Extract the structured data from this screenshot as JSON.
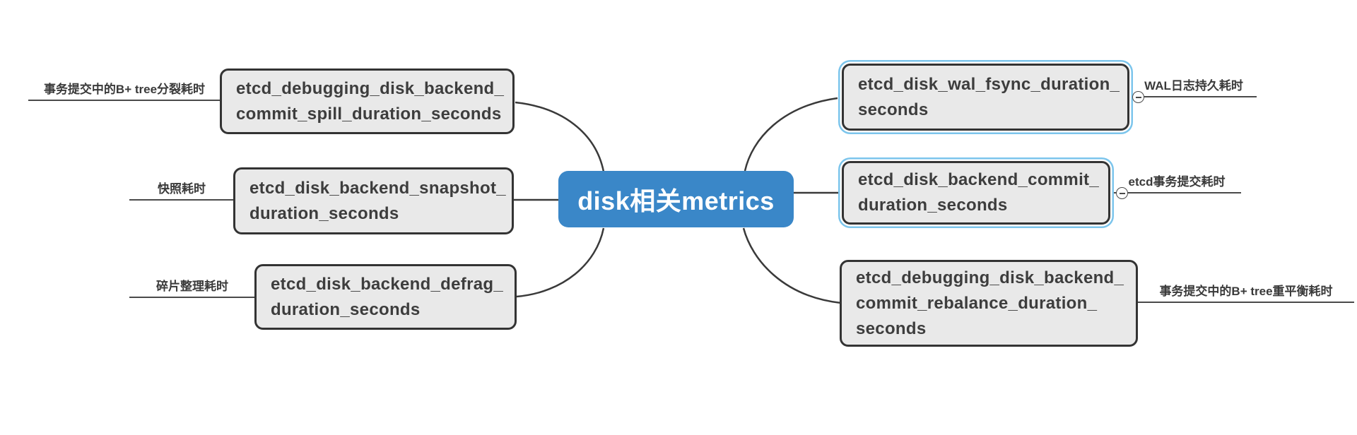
{
  "diagram": {
    "type": "mindmap",
    "root": {
      "label": "disk相关metrics"
    },
    "left_nodes": [
      {
        "text": "etcd_debugging_disk_backend_\ncommit_spill_duration_seconds",
        "label": "事务提交中的B+ tree分裂耗时",
        "selected": false
      },
      {
        "text": "etcd_disk_backend_snapshot_\nduration_seconds",
        "label": "快照耗时",
        "selected": false
      },
      {
        "text": "etcd_disk_backend_defrag_\nduration_seconds",
        "label": "碎片整理耗时",
        "selected": false
      }
    ],
    "right_nodes": [
      {
        "text": "etcd_disk_wal_fsync_duration_\nseconds",
        "label": "WAL日志持久耗时",
        "selected": true,
        "toggle": "minus"
      },
      {
        "text": "etcd_disk_backend_commit_\nduration_seconds",
        "label": "etcd事务提交耗时",
        "selected": true,
        "toggle": "minus"
      },
      {
        "text": "etcd_debugging_disk_backend_\ncommit_rebalance_duration_\nseconds",
        "label": "事务提交中的B+ tree重平衡耗时",
        "selected": false
      }
    ]
  },
  "colors": {
    "root_fill": "#3a87c8",
    "root_text": "#ffffff",
    "node_fill": "#e9e9e9",
    "node_border": "#333333",
    "node_text": "#3d3d3d",
    "selection_ring": "#7cc5ec",
    "edge_line": "#3a3a3a",
    "background": "#ffffff"
  },
  "icons": {
    "collapse_toggle": "minus-circle"
  }
}
